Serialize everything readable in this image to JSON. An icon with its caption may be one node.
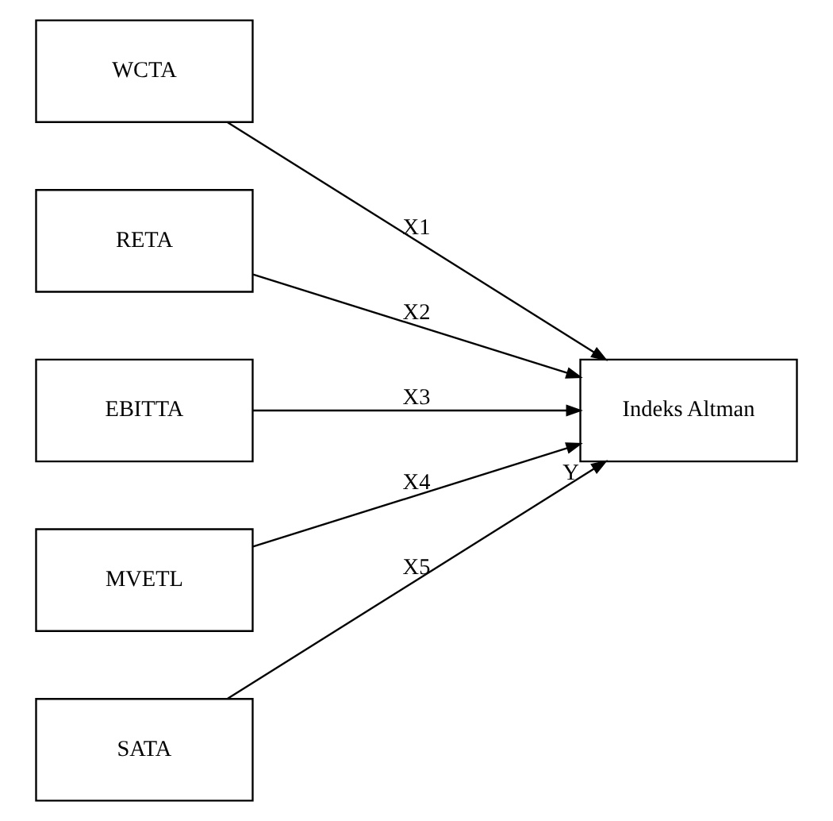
{
  "diagram": {
    "nodes": [
      {
        "text": [
          "WCTA"
        ]
      },
      {
        "text": [
          "RETA"
        ]
      },
      {
        "text": [
          "EBITTA"
        ]
      },
      {
        "text": [
          "MVETL"
        ]
      },
      {
        "text": [
          "SATA"
        ]
      },
      {
        "text": [
          "Indeks Altman"
        ],
        "beside": [
          "Y"
        ]
      }
    ],
    "edges": [
      {
        "from": 0,
        "to": 5,
        "arrow": "to",
        "label": "X1"
      },
      {
        "from": 1,
        "to": 5,
        "arrow": "to",
        "label": "X2"
      },
      {
        "from": 2,
        "to": 5,
        "arrow": "to",
        "label": "X3"
      },
      {
        "from": 3,
        "to": 5,
        "arrow": "to",
        "label": "X4"
      },
      {
        "from": 4,
        "to": 5,
        "arrow": "to",
        "label": "X5"
      }
    ]
  }
}
